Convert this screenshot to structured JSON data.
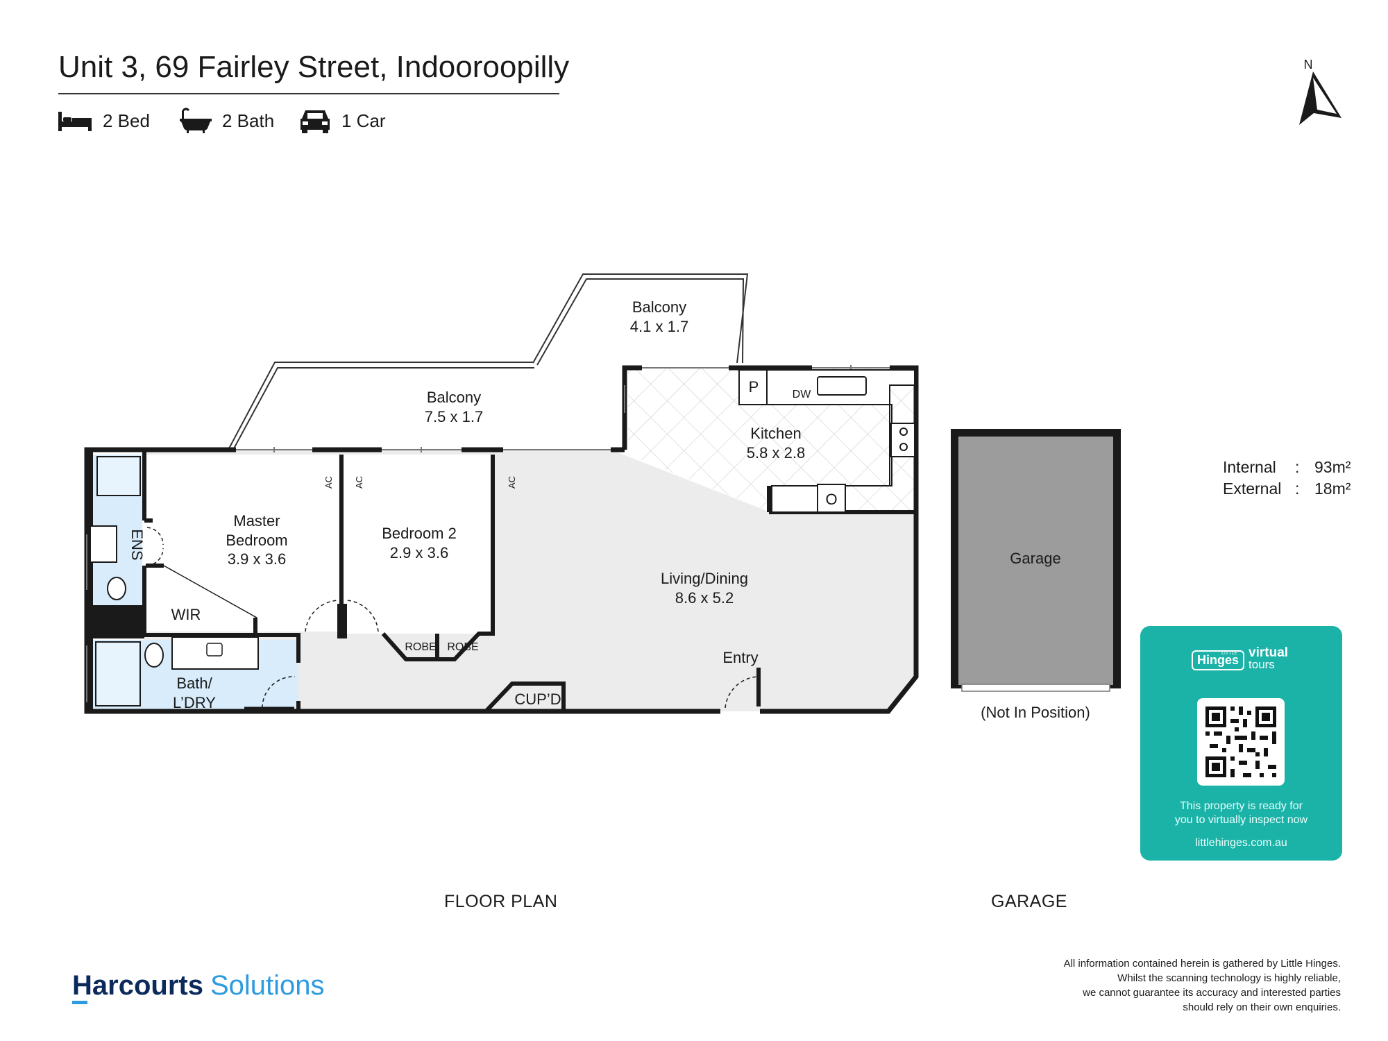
{
  "header": {
    "title": "Unit 3, 69 Fairley Street, Indooroopilly",
    "features": [
      {
        "icon": "bed-icon",
        "label": "2 Bed"
      },
      {
        "icon": "bathtub-icon",
        "label": "2 Bath"
      },
      {
        "icon": "car-icon",
        "label": "1 Car"
      }
    ]
  },
  "compass": {
    "label": "N"
  },
  "rooms": {
    "balcony_upper": {
      "name": "Balcony",
      "dims": "4.1 x 1.7"
    },
    "balcony_lower": {
      "name": "Balcony",
      "dims": "7.5 x 1.7"
    },
    "kitchen": {
      "name": "Kitchen",
      "dims": "5.8 x 2.8"
    },
    "master": {
      "line1": "Master",
      "line2": "Bedroom",
      "dims": "3.9 x 3.6"
    },
    "bedroom2": {
      "name": "Bedroom 2",
      "dims": "2.9 x 3.6"
    },
    "living": {
      "name": "Living/Dining",
      "dims": "8.6 x 5.2"
    },
    "garage": {
      "name": "Garage",
      "note": "(Not In Position)"
    },
    "wir": "WIR",
    "ens": "ENS",
    "bath": {
      "line1": "Bath/",
      "line2": "L’DRY"
    },
    "entry": "Entry",
    "cupd": "CUP’D",
    "robe": "ROBE",
    "pantry": "P",
    "dw": "DW",
    "oven": "O",
    "ac": "AC"
  },
  "areas": [
    {
      "label": "Internal",
      "sep": ":",
      "value": "93m²"
    },
    {
      "label": "External",
      "sep": ":",
      "value": "18m²"
    }
  ],
  "captions": {
    "floor_plan": "FLOOR PLAN",
    "garage": "GARAGE"
  },
  "virtual_tour": {
    "little": "LITTLE",
    "hinges": "Hinges",
    "virtual": "virtual",
    "tours": "tours",
    "message_line1": "This property is ready for",
    "message_line2": "you to virtually inspect now",
    "url": "littlehinges.com.au"
  },
  "brand": {
    "name": "Harcourts",
    "suffix": "Solutions"
  },
  "disclaimer": [
    "All information contained herein is gathered by Little Hinges.",
    "Whilst the scanning technology is highly reliable,",
    "we cannot guarantee its accuracy and interested parties",
    "should rely on their own enquiries."
  ],
  "colors": {
    "wall": "#1a1a1a",
    "wet_area": "#d8ecfb",
    "floor": "#ebebeb",
    "garage_fill": "#9c9c9c",
    "accent": "#1bb3a8",
    "brand_dark": "#0b2a5b",
    "brand_light": "#2d9be0"
  }
}
